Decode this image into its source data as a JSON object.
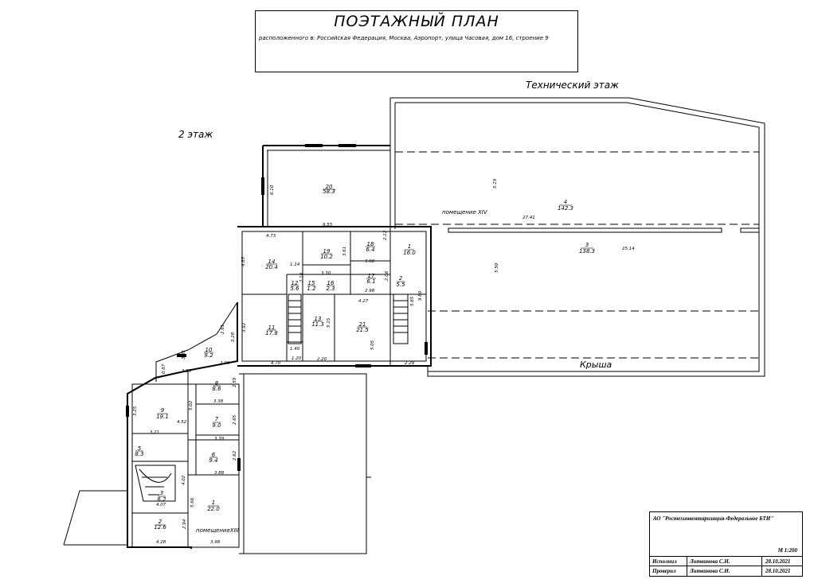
{
  "header": {
    "title": "ПОЭТАЖНЫЙ ПЛАН",
    "address": "расположенного в: Российская Федерация, Москва, Аэропорт, улица Часовая, дом 16, строение 9"
  },
  "labels": {
    "tech_floor": "Технический этаж",
    "floor2": "2 этаж",
    "roof": "Крыша",
    "premise_xiv": "помещение XIV",
    "premise_xiii": "помещениеXIII"
  },
  "rooms_upper": [
    {
      "num": "20",
      "area": "58.3"
    },
    {
      "num": "14",
      "area": "20.4"
    },
    {
      "num": "19",
      "area": "10.2"
    },
    {
      "num": "18",
      "area": "6.4"
    },
    {
      "num": "1",
      "area": "16.0"
    },
    {
      "num": "17",
      "area": "6.1"
    },
    {
      "num": "2",
      "area": "5.5"
    },
    {
      "num": "12",
      "area": "5.6"
    },
    {
      "num": "15",
      "area": "1.2"
    },
    {
      "num": "16",
      "area": "2.3"
    },
    {
      "num": "13",
      "area": "11.3"
    },
    {
      "num": "21",
      "area": "21.5"
    },
    {
      "num": "11",
      "area": "17.8"
    },
    {
      "num": "10",
      "area": "9.2"
    },
    {
      "num": "4",
      "area": "142.3"
    },
    {
      "num": "3",
      "area": "138.3"
    }
  ],
  "rooms_lower": [
    {
      "num": "8",
      "area": "8.6"
    },
    {
      "num": "9",
      "area": "19.1"
    },
    {
      "num": "7",
      "area": "9.0"
    },
    {
      "num": "5",
      "area": "8.3"
    },
    {
      "num": "6",
      "area": "9.4"
    },
    {
      "num": "3",
      "area": "6.2"
    },
    {
      "num": "1",
      "area": "22.0"
    },
    {
      "num": "2",
      "area": "12.6"
    }
  ],
  "dimensions": [
    "6.10",
    "9.55",
    "4.73",
    "4.83",
    "1.14",
    "3.61",
    "2.12",
    "3.00",
    "3.30",
    "2.06",
    "2.18",
    "2.98",
    "4.27",
    "5.15",
    "5.05",
    "3.92",
    "4.70",
    "2.20",
    "2.29",
    "5.65",
    "9.80",
    "1.40",
    "1.20",
    "3.28",
    "2.61",
    "3.81",
    "2.00",
    "0.87",
    "3.55",
    "2.59",
    "5.02",
    "3.38",
    "4.52",
    "3.25",
    "2.65",
    "3.39",
    "3.21",
    "2.62",
    "3.88",
    "4.02",
    "4.07",
    "5.66",
    "2.94",
    "4.28",
    "3.98",
    "5.19",
    "27.41",
    "5.50",
    "25.14"
  ],
  "stamp": {
    "org": "АО \"Ростехинвентаризация-Федеральное БТИ\"",
    "scale": "М 1:200",
    "rows": [
      {
        "role": "Исполнил",
        "name": "Литвинова С.Н.",
        "date": "28.10.2021"
      },
      {
        "role": "Проверил",
        "name": "Литвинова С.Н.",
        "date": "28.10.2021"
      }
    ]
  }
}
